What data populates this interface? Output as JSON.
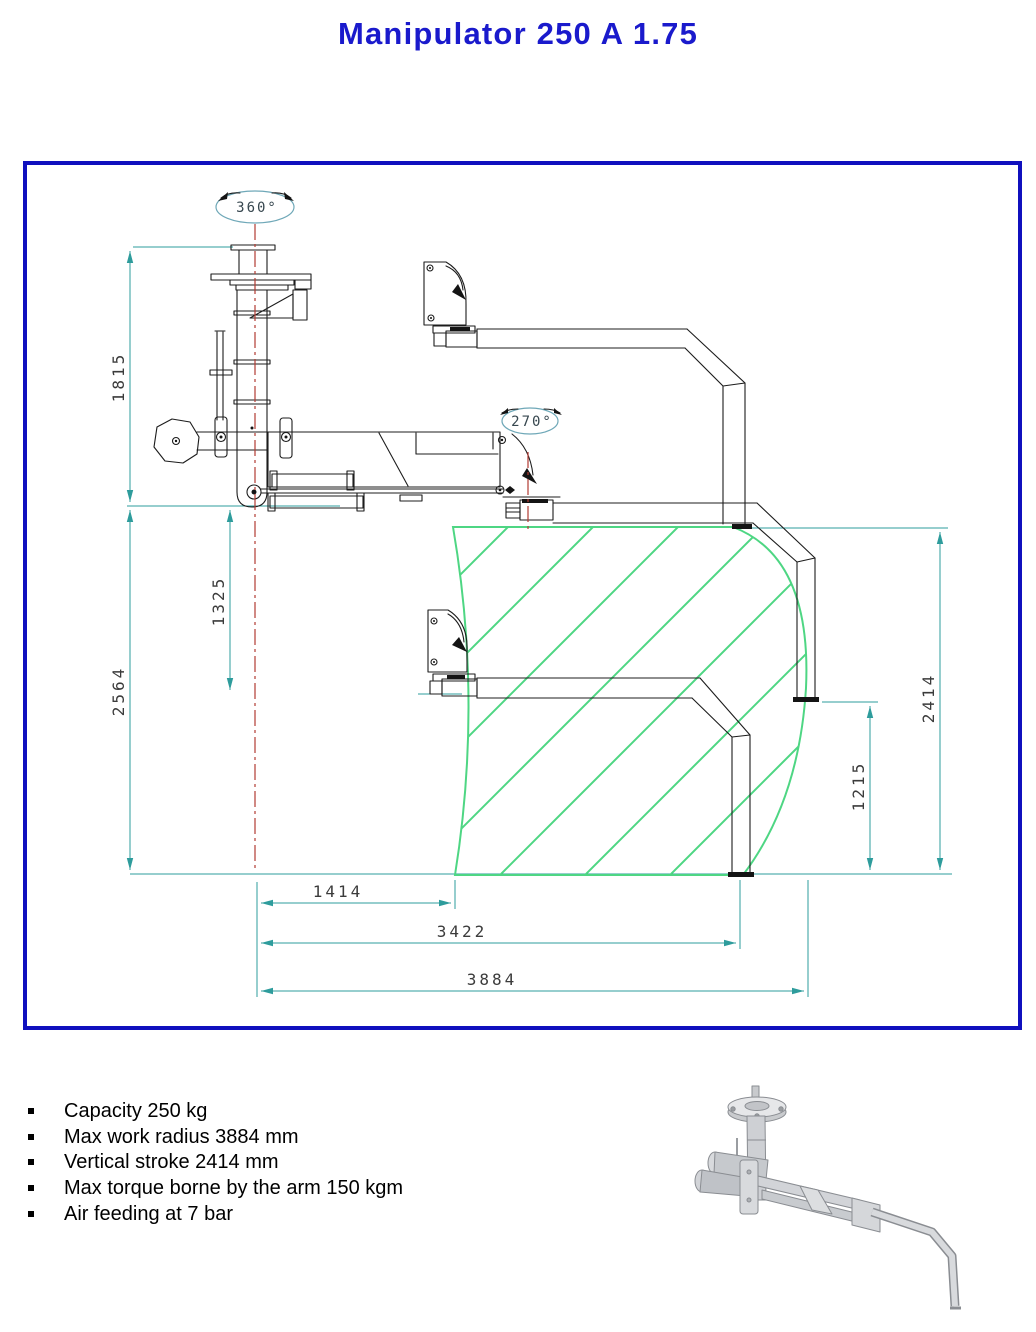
{
  "title": "Manipulator 250 A 1.75",
  "drawing": {
    "rotations": [
      "360°",
      "270°"
    ],
    "dimensions": {
      "d1815": "1815",
      "d2564": "2564",
      "d1325": "1325",
      "d2414": "2414",
      "d1215": "1215",
      "d1414": "1414",
      "d3422": "3422",
      "d3884": "3884"
    },
    "colors": {
      "frame_border": "#1010be",
      "dimension_lines": "#2e9c9c",
      "work_envelope": "#4ed683",
      "centerline": "#b23b32",
      "outline": "#1c1c1c",
      "title_blue": "#1a1acc"
    }
  },
  "specs": {
    "items": [
      "Capacity 250 kg",
      "Max work radius 3884 mm",
      "Vertical stroke 2414 mm",
      "Max torque borne by the arm 150 kgm",
      "Air feeding at 7 bar"
    ]
  }
}
